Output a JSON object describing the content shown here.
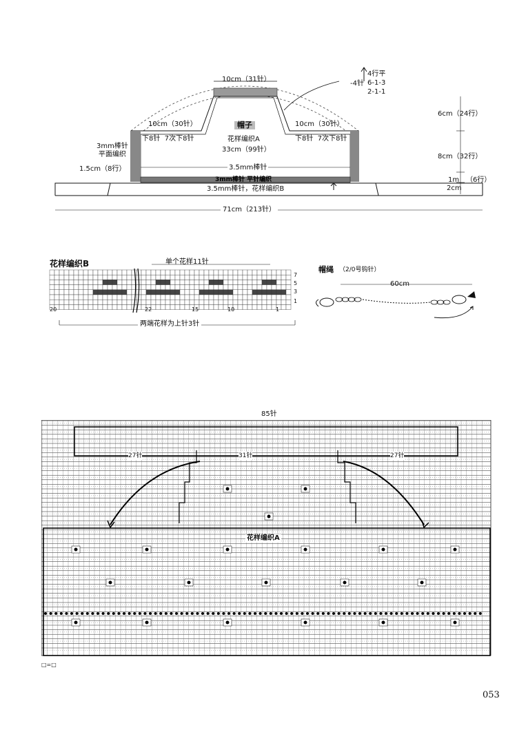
{
  "hat_diagram": {
    "top_width": "10cm（31针）",
    "decrease_label": "-4针",
    "decrease_rows": [
      "4行平",
      "6-1-3",
      "2-1-1"
    ],
    "title": "帽子",
    "left_shoulder": "10cm（30针）",
    "right_shoulder": "10cm（30针）",
    "left_steps": "下8针  7次下8针",
    "right_steps": "下8针  7次下8针",
    "pattern_label": "花样编织A",
    "body_width": "33cm（99针）",
    "needle_note": "3mm棒针\n平面编织",
    "side_rows": "1.5cm（8行）",
    "body_needle": "3.5mm棒针",
    "band_label": "3mm棒针 平针编织",
    "base_label": "3.5mm棒针，花样编织B",
    "total_width": "71cm（213针）",
    "height_top": "6cm（24行）",
    "height_mid": "8cm（32行）",
    "height_small_1": "1m",
    "height_small_2": "（6行）",
    "height_small_3": "2cm"
  },
  "pattern_b": {
    "title": "花样编织B",
    "repeat_label": "单个花样11针",
    "row_numbers": [
      "7",
      "5",
      "3",
      "1"
    ],
    "col_numbers": [
      "20",
      "22",
      "15",
      "10",
      "1"
    ],
    "bottom_note": "两端花样为上针3针"
  },
  "cord": {
    "title": "帽绳",
    "hook": "（2/0号钩针）",
    "length": "60cm"
  },
  "big_chart": {
    "width_label": "85针",
    "left_count": "27针",
    "mid_count": "31针",
    "right_count": "27针",
    "pattern_label": "花样编织A",
    "legend": "□=□"
  },
  "page_number": "053"
}
